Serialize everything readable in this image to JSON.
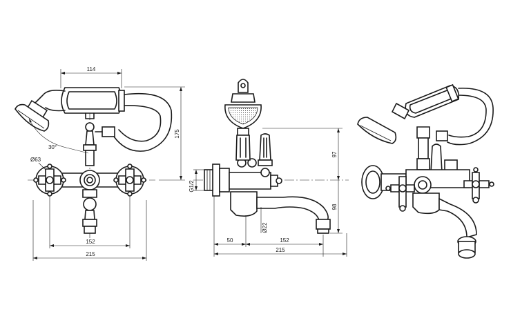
{
  "front_view": {
    "dim_width_handshower": "114",
    "dim_height_total": "175",
    "dim_angle": "30°",
    "dim_diameter_flange": "Ø63",
    "dim_centers": "152",
    "dim_width_total": "215"
  },
  "side_view": {
    "dim_height_upper": "97",
    "dim_height_lower": "98",
    "dim_thread": "G1/2",
    "dim_diameter_spout": "Ø22",
    "dim_wall_offset": "50",
    "dim_spout_reach": "152",
    "dim_depth_total": "215"
  },
  "colors": {
    "line": "#1a1a1a",
    "background": "#ffffff"
  }
}
